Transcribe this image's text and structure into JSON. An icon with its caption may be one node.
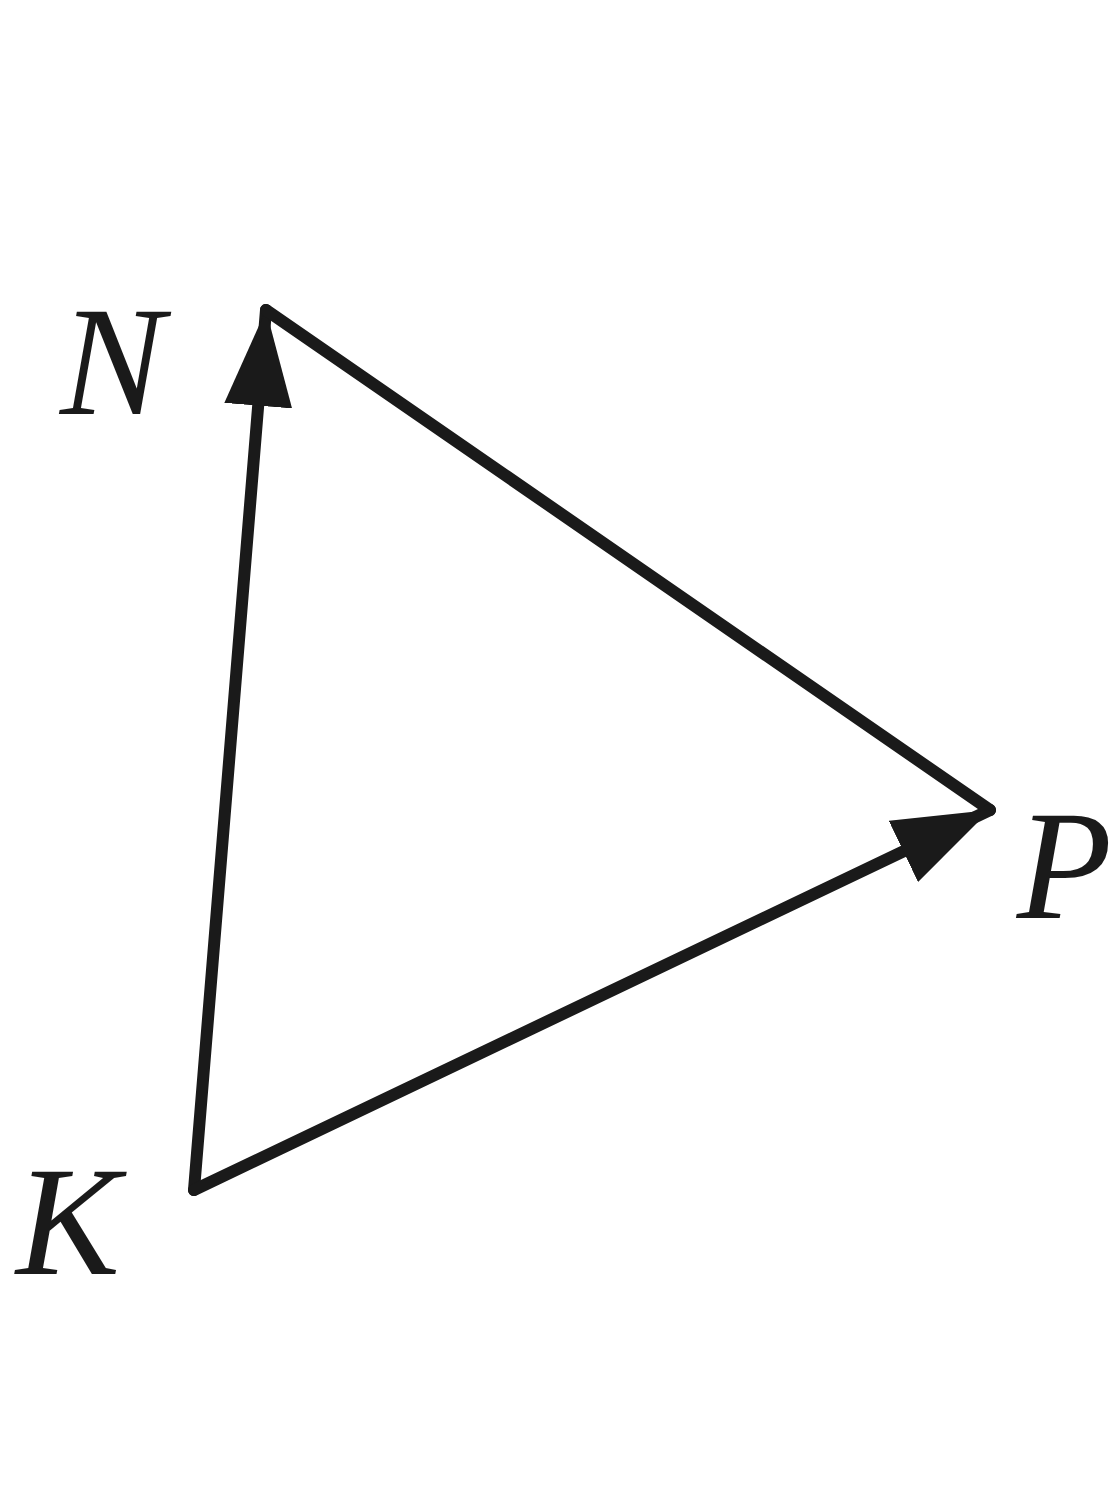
{
  "diagram": {
    "nodes": [
      {
        "text": [
          "N"
        ]
      },
      {
        "text": [
          "P"
        ]
      },
      {
        "text": [
          "K"
        ]
      }
    ],
    "edges": [
      {
        "from": 2,
        "to": 0,
        "arrow": "to"
      },
      {
        "from": 0,
        "to": 1,
        "arrow": "none"
      },
      {
        "from": 2,
        "to": 1,
        "arrow": "to"
      }
    ]
  }
}
